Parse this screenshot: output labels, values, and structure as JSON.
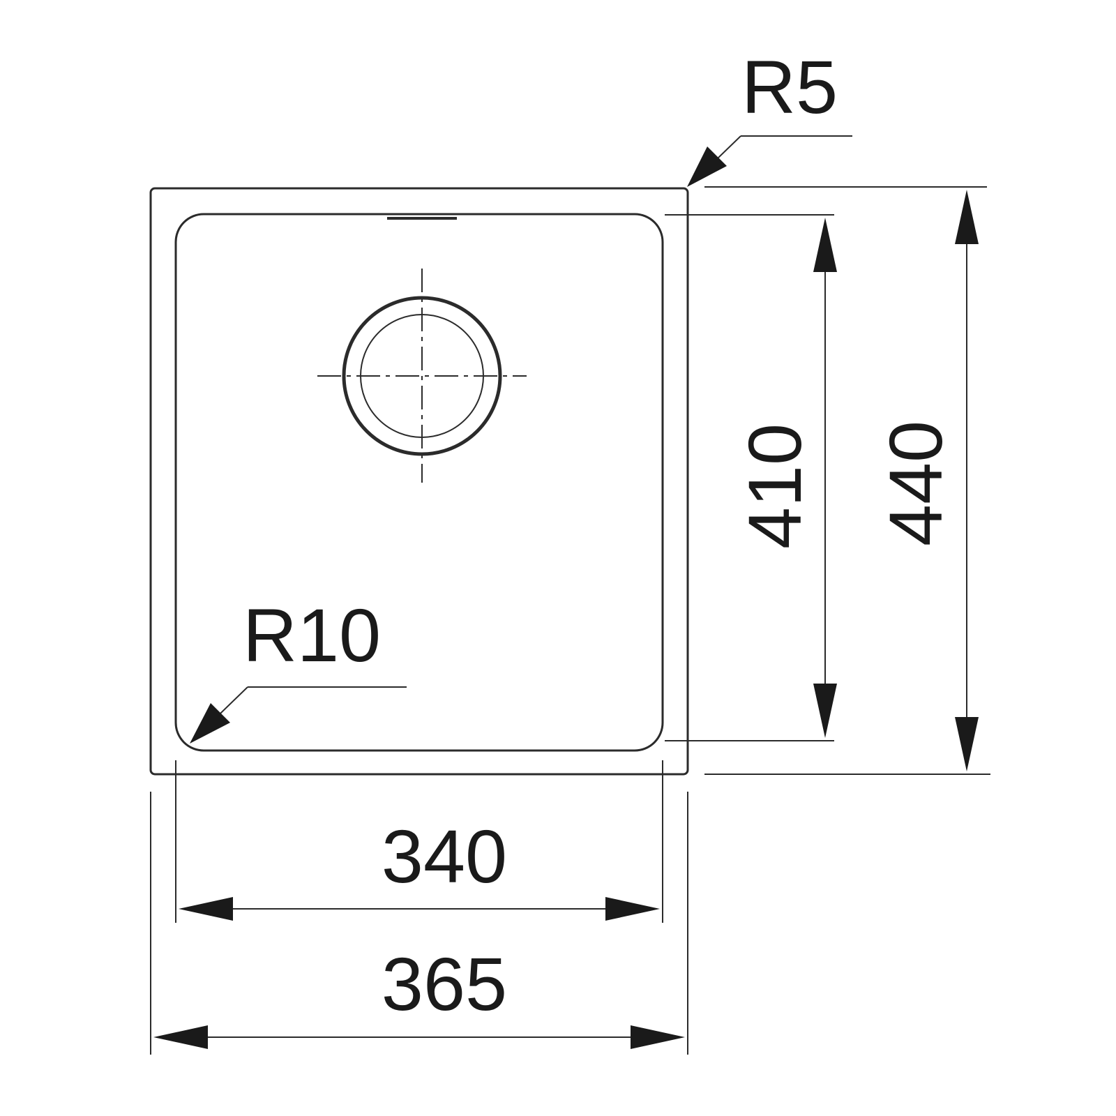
{
  "dimensions": {
    "outer_width": "365",
    "inner_width": "340",
    "outer_height": "440",
    "inner_height": "410",
    "outer_corner_radius": "R5",
    "inner_corner_radius": "R10"
  },
  "colors": {
    "line": "#2b2b2b",
    "text": "#1a1a1a",
    "background": "#ffffff"
  }
}
